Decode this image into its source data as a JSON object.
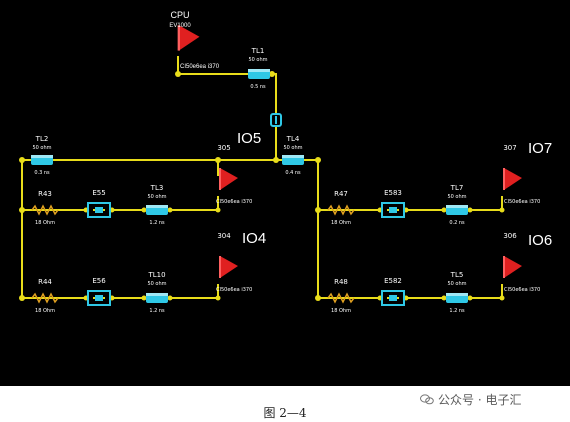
{
  "colors": {
    "background": "#000000",
    "wire": "#e8dc1a",
    "line": "#2fc8e6",
    "driver": "#e02020",
    "resistor": "#e0a020",
    "text": "#ffffff"
  },
  "cpu": {
    "title": "CPU",
    "part": "EV1000",
    "model": "CI50e6ea i370"
  },
  "io_labels": {
    "io5": "IO5",
    "io4": "IO4",
    "io7": "IO7",
    "io6": "IO6"
  },
  "components": {
    "tl1": {
      "name": "TL1",
      "a": "50 ohm",
      "b": "0.5 ns"
    },
    "tl2": {
      "name": "TL2",
      "a": "50 ohm",
      "b": "0.3 ns"
    },
    "tl3": {
      "name": "TL3",
      "a": "50 ohm",
      "b": "1.2 ns"
    },
    "tl4": {
      "name": "TL4",
      "a": "50 ohm",
      "b": "0.4 ns"
    },
    "tl5": {
      "name": "TL5",
      "a": "50 ohm",
      "b": "1.2 ns"
    },
    "tl7": {
      "name": "TL7",
      "a": "50 ohm",
      "b": "0.2 ns"
    },
    "tl10": {
      "name": "TL10",
      "a": "50 ohm",
      "b": "1.2 ns"
    },
    "r43": {
      "name": "R43",
      "a": "18 Ohm"
    },
    "r44": {
      "name": "R44",
      "a": "18 Ohm"
    },
    "r47": {
      "name": "R47",
      "a": "18 Ohm"
    },
    "r48": {
      "name": "R48",
      "a": "18 Ohm"
    },
    "e55": {
      "name": "E55"
    },
    "e56": {
      "name": "E56"
    },
    "e583": {
      "name": "E583"
    },
    "e582": {
      "name": "E582"
    },
    "u305": {
      "name": "305",
      "model": "CI50e6ea i370"
    },
    "u304": {
      "name": "304",
      "model": "CI50e6ea i370"
    },
    "u307": {
      "name": "307",
      "model": "CI50e6ea i370"
    },
    "u306": {
      "name": "306",
      "model": "CI50e6ea i370"
    }
  },
  "caption": "图 2—4",
  "watermark": "公众号 · 电子汇",
  "watermark_icon": "wechat-icon"
}
